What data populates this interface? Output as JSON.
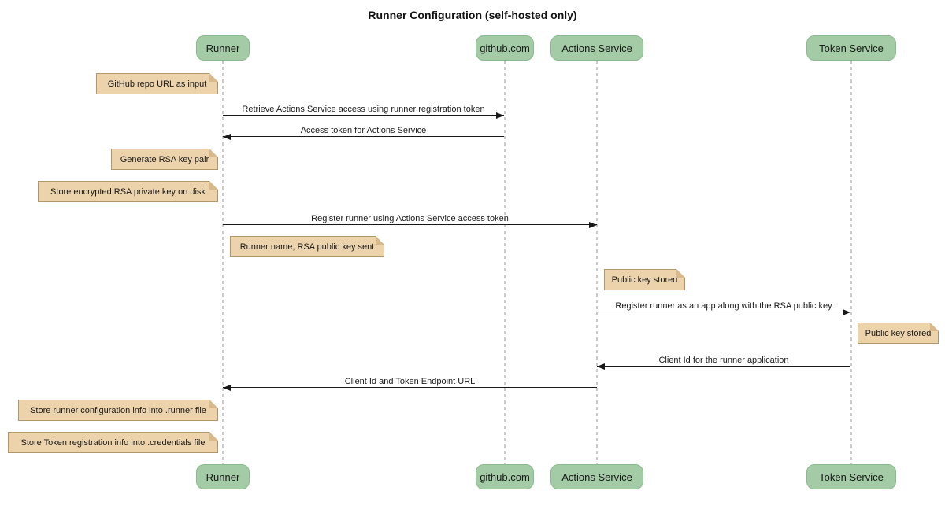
{
  "diagram": {
    "type": "sequence-diagram",
    "title": "Runner Configuration (self-hosted only)",
    "actors": [
      {
        "name": "Runner"
      },
      {
        "name": "github.com"
      },
      {
        "name": "Actions Service"
      },
      {
        "name": "Token Service"
      }
    ],
    "messages": [
      {
        "from": "Runner",
        "to": "github.com",
        "label": "Retrieve Actions Service access using runner registration token"
      },
      {
        "from": "github.com",
        "to": "Runner",
        "label": "Access token for Actions Service"
      },
      {
        "from": "Runner",
        "to": "Actions Service",
        "label": "Register runner using Actions Service access token"
      },
      {
        "from": "Actions Service",
        "to": "Token Service",
        "label": "Register runner as an app along with the RSA public key"
      },
      {
        "from": "Token Service",
        "to": "Actions Service",
        "label": "Client Id for the runner application"
      },
      {
        "from": "Actions Service",
        "to": "Runner",
        "label": "Client Id and Token Endpoint URL"
      }
    ],
    "notes": [
      {
        "text": "GitHub repo URL as input",
        "position": "left of Runner"
      },
      {
        "text": "Generate RSA key pair",
        "position": "left of Runner"
      },
      {
        "text": "Store encrypted RSA private key on disk",
        "position": "left of Runner"
      },
      {
        "text": "Runner name, RSA public key sent",
        "position": "right of Runner"
      },
      {
        "text": "Public key stored",
        "position": "right of Actions Service"
      },
      {
        "text": "Public key stored",
        "position": "right of Token Service"
      },
      {
        "text": "Store runner configuration info into .runner file",
        "position": "left of Runner"
      },
      {
        "text": "Store Token registration info into .credentials file",
        "position": "left of Runner"
      }
    ],
    "colors": {
      "actor_fill": "#a3cba6",
      "actor_border": "#8abb8d",
      "note_fill": "#ecd3ac",
      "note_border": "#b2976b",
      "note_fold": "#d8b98c",
      "lifeline": "#cbcbcb",
      "message_line": "#181818",
      "background": "#ffffff",
      "text": "#1b1b1b"
    }
  }
}
